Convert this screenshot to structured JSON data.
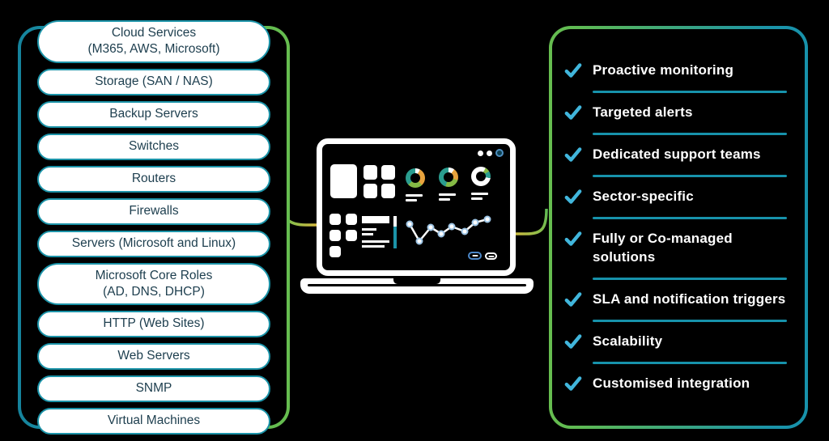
{
  "colors": {
    "teal": "#1b93a8",
    "green": "#5eba54",
    "check_blue": "#41b6dc",
    "connector_yellow": "#d8b93f",
    "pill_text": "#1d3e4e",
    "donut_teal": "#2a9d8f",
    "donut_green": "#85ba45",
    "donut_orange": "#e8a33d"
  },
  "left_panel": {
    "items": [
      {
        "label": "Cloud Services\n(M365, AWS, Microsoft)"
      },
      {
        "label": "Storage (SAN / NAS)"
      },
      {
        "label": "Backup Servers"
      },
      {
        "label": "Switches"
      },
      {
        "label": "Routers"
      },
      {
        "label": "Firewalls"
      },
      {
        "label": "Servers (Microsoft and Linux)"
      },
      {
        "label": "Microsoft Core Roles\n(AD, DNS, DHCP)"
      },
      {
        "label": "HTTP (Web Sites)"
      },
      {
        "label": "Web Servers"
      },
      {
        "label": "SNMP"
      },
      {
        "label": "Virtual Machines"
      }
    ]
  },
  "right_panel": {
    "items": [
      {
        "label": "Proactive monitoring"
      },
      {
        "label": "Targeted alerts"
      },
      {
        "label": "Dedicated support teams"
      },
      {
        "label": "Sector-specific"
      },
      {
        "label": "Fully or Co-managed\nsolutions"
      },
      {
        "label": "SLA and notification triggers"
      },
      {
        "label": "Scalability"
      },
      {
        "label": "Customised integration"
      }
    ]
  }
}
